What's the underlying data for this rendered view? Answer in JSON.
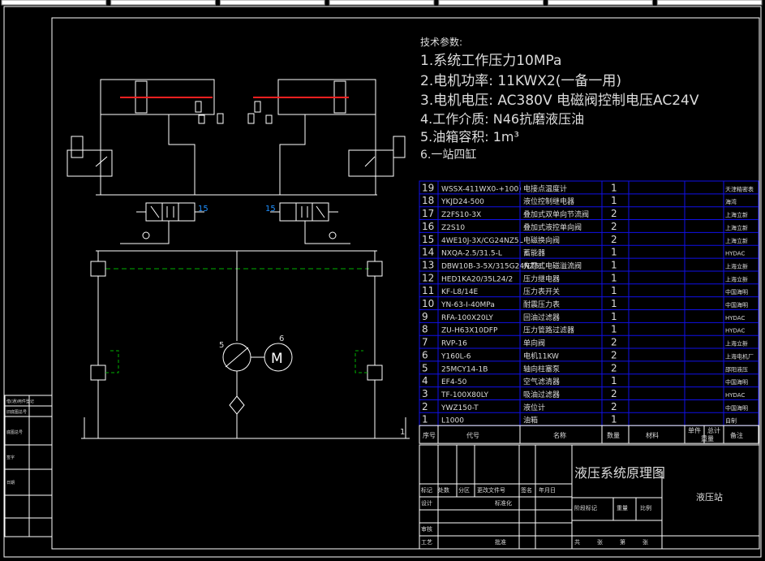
{
  "colors": {
    "background": "#000000",
    "line": "#ffffff",
    "table": "#1010e8",
    "text": "#dcdcdc",
    "accent": "#ff2020",
    "pilot": "#00b000"
  },
  "toolbar_fields": 7,
  "tech": {
    "heading": "技术参数:",
    "items": [
      "1.系统工作压力10MPa",
      "2.电机功率: 11KWX2(一备一用)",
      "3.电机电压: AC380V  电磁阀控制电压AC24V",
      "4.工作介质: N46抗磨液压油",
      "5.油箱容积: 1m³",
      "6.一站四缸"
    ]
  },
  "schematic": {
    "valve_labels": [
      "15",
      "15"
    ],
    "pump_label": "5",
    "motor_label": "6",
    "motor_text": "M",
    "corner_label": "1"
  },
  "bom": {
    "rows": [
      [
        "19",
        "WSSX-411WX0-+100)",
        "电接点温度计",
        "1",
        "天津精密表"
      ],
      [
        "18",
        "YKJD24-500",
        "液位控制继电器",
        "1",
        "海湾"
      ],
      [
        "17",
        "Z2FS10-3X",
        "叠加式双单向节流阀",
        "2",
        "上海立新"
      ],
      [
        "16",
        "Z2S10",
        "叠加式液控单向阀",
        "2",
        "上海立新"
      ],
      [
        "15",
        "4WE10J-3X/CG24NZ5L",
        "电磁换向阀",
        "2",
        "上海立新"
      ],
      [
        "14",
        "NXQA-2.5/31.5-L",
        "蓄能器",
        "1",
        "HYDAC"
      ],
      [
        "13",
        "DBW10B-3-5X/315G24NZ5L",
        "先导式电磁溢流阀",
        "1",
        "上海立新"
      ],
      [
        "12",
        "HED1KA20/35L24/2",
        "压力继电器",
        "1",
        "上海立新"
      ],
      [
        "11",
        "KF-L8/14E",
        "压力表开关",
        "1",
        "中国海明"
      ],
      [
        "10",
        "YN-63-I-40MPa",
        "耐震压力表",
        "1",
        "中国海明"
      ],
      [
        "9",
        "RFA-100X20LY",
        "回油过滤器",
        "1",
        "HYDAC"
      ],
      [
        "8",
        "ZU-H63X10DFP",
        "压力管路过滤器",
        "1",
        "HYDAC"
      ],
      [
        "7",
        "RVP-16",
        "单向阀",
        "2",
        "上海立新"
      ],
      [
        "6",
        "Y160L-6",
        "电机11KW",
        "2",
        "上海电机厂"
      ],
      [
        "5",
        "25MCY14-1B",
        "轴向柱塞泵",
        "2",
        "邵阳液压"
      ],
      [
        "4",
        "EF4-50",
        "空气滤清器",
        "1",
        "中国海明"
      ],
      [
        "3",
        "TF-100X80LY",
        "吸油过滤器",
        "2",
        "HYDAC"
      ],
      [
        "2",
        "YWZ150-T",
        "液位计",
        "2",
        "中国海明"
      ],
      [
        "1",
        "L1000",
        "油箱",
        "1",
        "自制"
      ]
    ],
    "header": [
      "序号",
      "代号",
      "名称",
      "数量",
      "材料",
      "单件",
      "总计",
      "重量",
      "备注"
    ]
  },
  "title_block": {
    "drawing_title": "液压系统原理图",
    "product": "液压站",
    "labels": [
      "标记",
      "处数",
      "分区",
      "更改文件号",
      "签名",
      "年月日",
      "设计",
      "标准化",
      "审核",
      "工艺",
      "批准",
      "阶段标记",
      "重量",
      "比例",
      "共",
      "张",
      "第",
      "张"
    ]
  },
  "left_strip": [
    "借(通)用件登记",
    "旧底图总号",
    "底图总号",
    "签字",
    "日期"
  ]
}
